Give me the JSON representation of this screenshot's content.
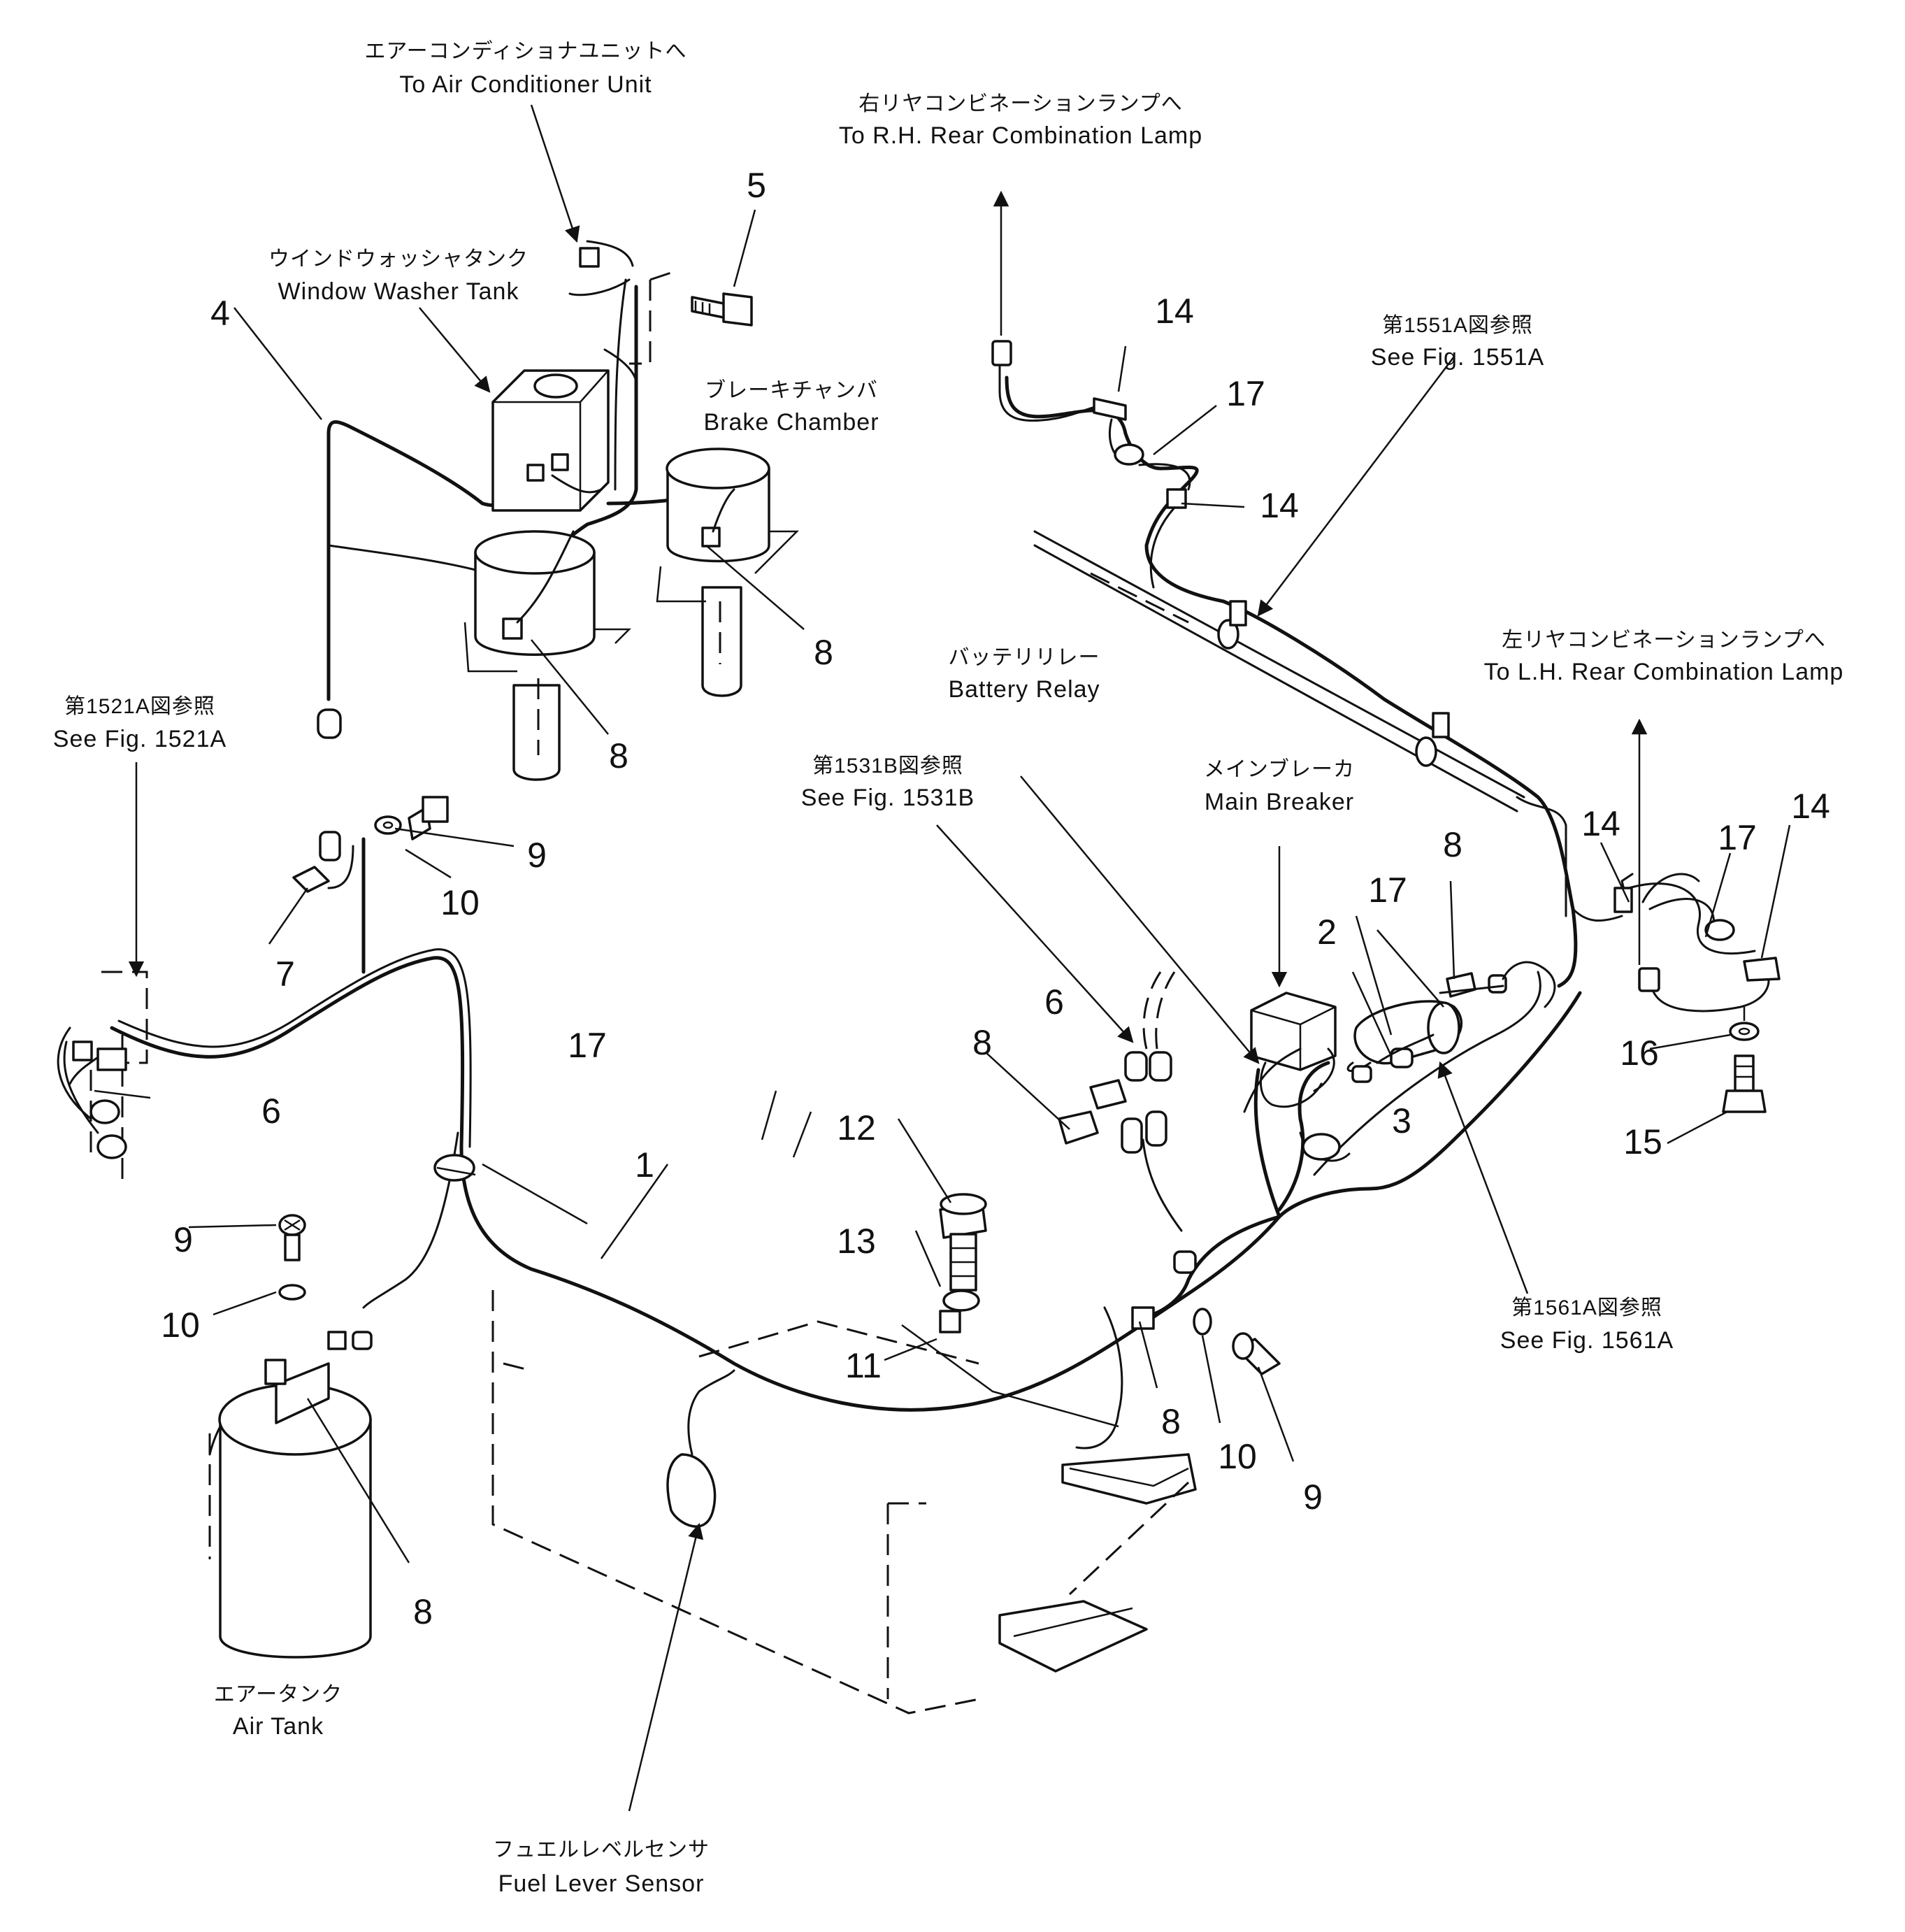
{
  "labels": {
    "air_conditioner": {
      "jp": "エアーコンディショナユニットへ",
      "en": "To Air Conditioner Unit"
    },
    "rh_lamp": {
      "jp": "右リヤコンビネーションランプへ",
      "en": "To R.H. Rear Combination Lamp"
    },
    "window_washer_tank": {
      "jp": "ウインドウォッシャタンク",
      "en": "Window Washer Tank"
    },
    "brake_chamber": {
      "jp": "ブレーキチャンバ",
      "en": "Brake Chamber"
    },
    "fig_1551a": {
      "jp": "第1551A図参照",
      "en": "See Fig. 1551A"
    },
    "lh_lamp": {
      "jp": "左リヤコンビネーションランプへ",
      "en": "To L.H. Rear Combination Lamp"
    },
    "battery_relay": {
      "jp": "バッテリリレー",
      "en": "Battery Relay"
    },
    "fig_1531b": {
      "jp": "第1531B図参照",
      "en": "See Fig. 1531B"
    },
    "main_breaker": {
      "jp": "メインブレーカ",
      "en": "Main Breaker"
    },
    "fig_1521a": {
      "jp": "第1521A図参照",
      "en": "See Fig. 1521A"
    },
    "fig_1561a": {
      "jp": "第1561A図参照",
      "en": "See Fig. 1561A"
    },
    "air_tank": {
      "jp": "エアータンク",
      "en": "Air Tank"
    },
    "fuel_sensor": {
      "jp": "フュエルレベルセンサ",
      "en": "Fuel Lever Sensor"
    }
  },
  "callouts": {
    "c1": "1",
    "c2": "2",
    "c3": "3",
    "c4": "4",
    "c5": "5",
    "c6a": "6",
    "c6b": "6",
    "c7": "7",
    "c8a": "8",
    "c8b": "8",
    "c8c": "8",
    "c8d": "8",
    "c8e": "8",
    "c8f": "8",
    "c9a": "9",
    "c9b": "9",
    "c9c": "9",
    "c10a": "10",
    "c10b": "10",
    "c10c": "10",
    "c11": "11",
    "c12": "12",
    "c13": "13",
    "c14a": "14",
    "c14b": "14",
    "c14c": "14",
    "c14d": "14",
    "c15": "15",
    "c16": "16",
    "c17a": "17",
    "c17b": "17",
    "c17c": "17",
    "c17d": "17"
  }
}
